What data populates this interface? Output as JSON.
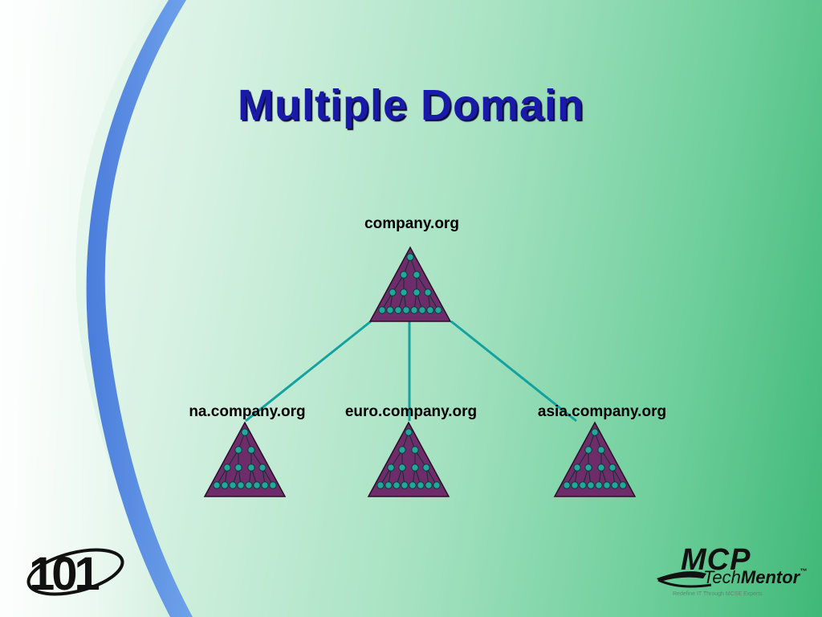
{
  "slide": {
    "title": "Multiple Domain"
  },
  "diagram": {
    "root": {
      "label": "company.org"
    },
    "children": [
      {
        "label": "na.company.org"
      },
      {
        "label": "euro.company.org"
      },
      {
        "label": "asia.company.org"
      }
    ],
    "colors": {
      "triangle_fill": "#6e2d6a",
      "node_fill": "#22a79c",
      "connector": "#13a2a0",
      "title": "#1a1aa8"
    }
  },
  "logos": {
    "left": {
      "text": "101",
      "icon": "101-logo-icon"
    },
    "right": {
      "mcp": "MCP",
      "tech": "Tech",
      "mentor": "Mentor",
      "tm": "™",
      "tagline": "Redefine IT Through MCSE Experts"
    }
  }
}
